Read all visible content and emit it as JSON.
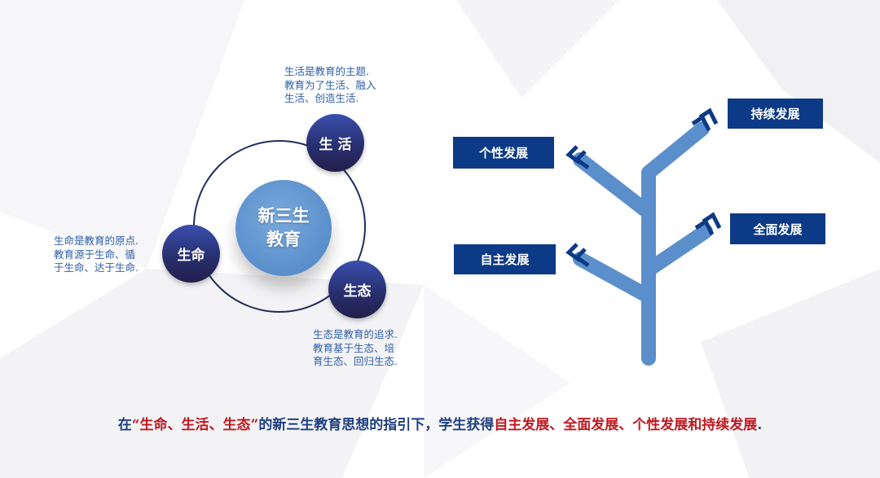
{
  "cycle": {
    "center_line1": "新三生",
    "center_line2": "教育",
    "nodes": {
      "life_living": {
        "label": "生 活",
        "desc": [
          "生活是教育的主题.",
          "教育为了生活、融入",
          "生活、创造生活."
        ]
      },
      "life_being": {
        "label": "生命",
        "desc": [
          "生命是教育的原点.",
          "教育源于生命、循",
          "于生命、达于生命."
        ]
      },
      "ecology": {
        "label": "生态",
        "desc": [
          "生态是教育的追求.",
          "教育基于生态、培",
          "育生态、回归生态."
        ]
      }
    }
  },
  "tree": {
    "branches": [
      "个性发展",
      "持续发展",
      "全面发展",
      "自主发展"
    ]
  },
  "caption": {
    "p1": "在",
    "p2": "“生命、生活、生态”",
    "p3": "的新三生教育思想的指引下，学生获得",
    "p4": "自主发展、全面发展、个性发展和持续发展",
    "p5": "."
  },
  "colors": {
    "navy": "#0d3a86",
    "red": "#c0171f",
    "branch": "#5a8fcc"
  }
}
